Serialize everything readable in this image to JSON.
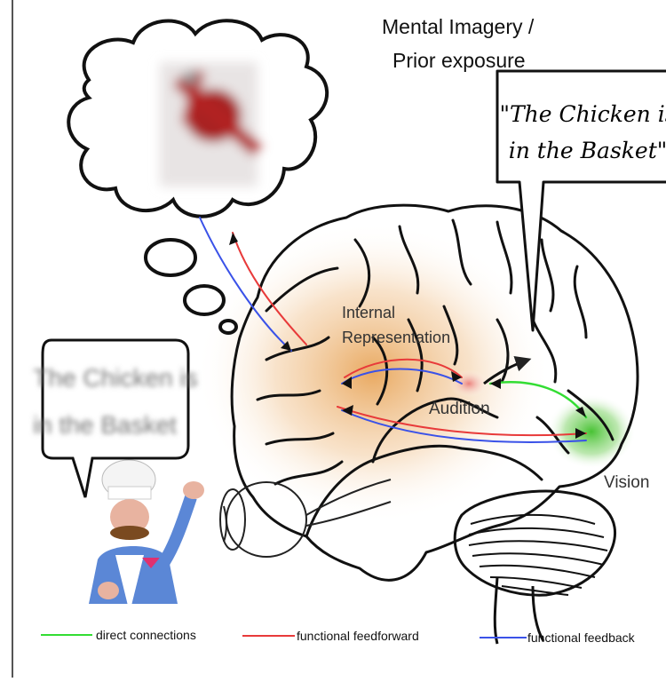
{
  "labels": {
    "mental_imagery_line1": "Mental Imagery /",
    "mental_imagery_line2": "Prior exposure",
    "internal_line1": "Internal",
    "internal_line2": "Representation",
    "audition": "Audition",
    "vision": "Vision"
  },
  "speech_right": {
    "line1": "\"The Chicken is",
    "line2": "in the Basket\""
  },
  "speech_left": {
    "line1": "The Chicken is",
    "line2": "in the Basket"
  },
  "legend": [
    {
      "label": "direct connections",
      "color": "#33dd33"
    },
    {
      "label": "functional feedforward",
      "color": "#e83a3a"
    },
    {
      "label": "functional feedback",
      "color": "#3a52e8"
    }
  ]
}
